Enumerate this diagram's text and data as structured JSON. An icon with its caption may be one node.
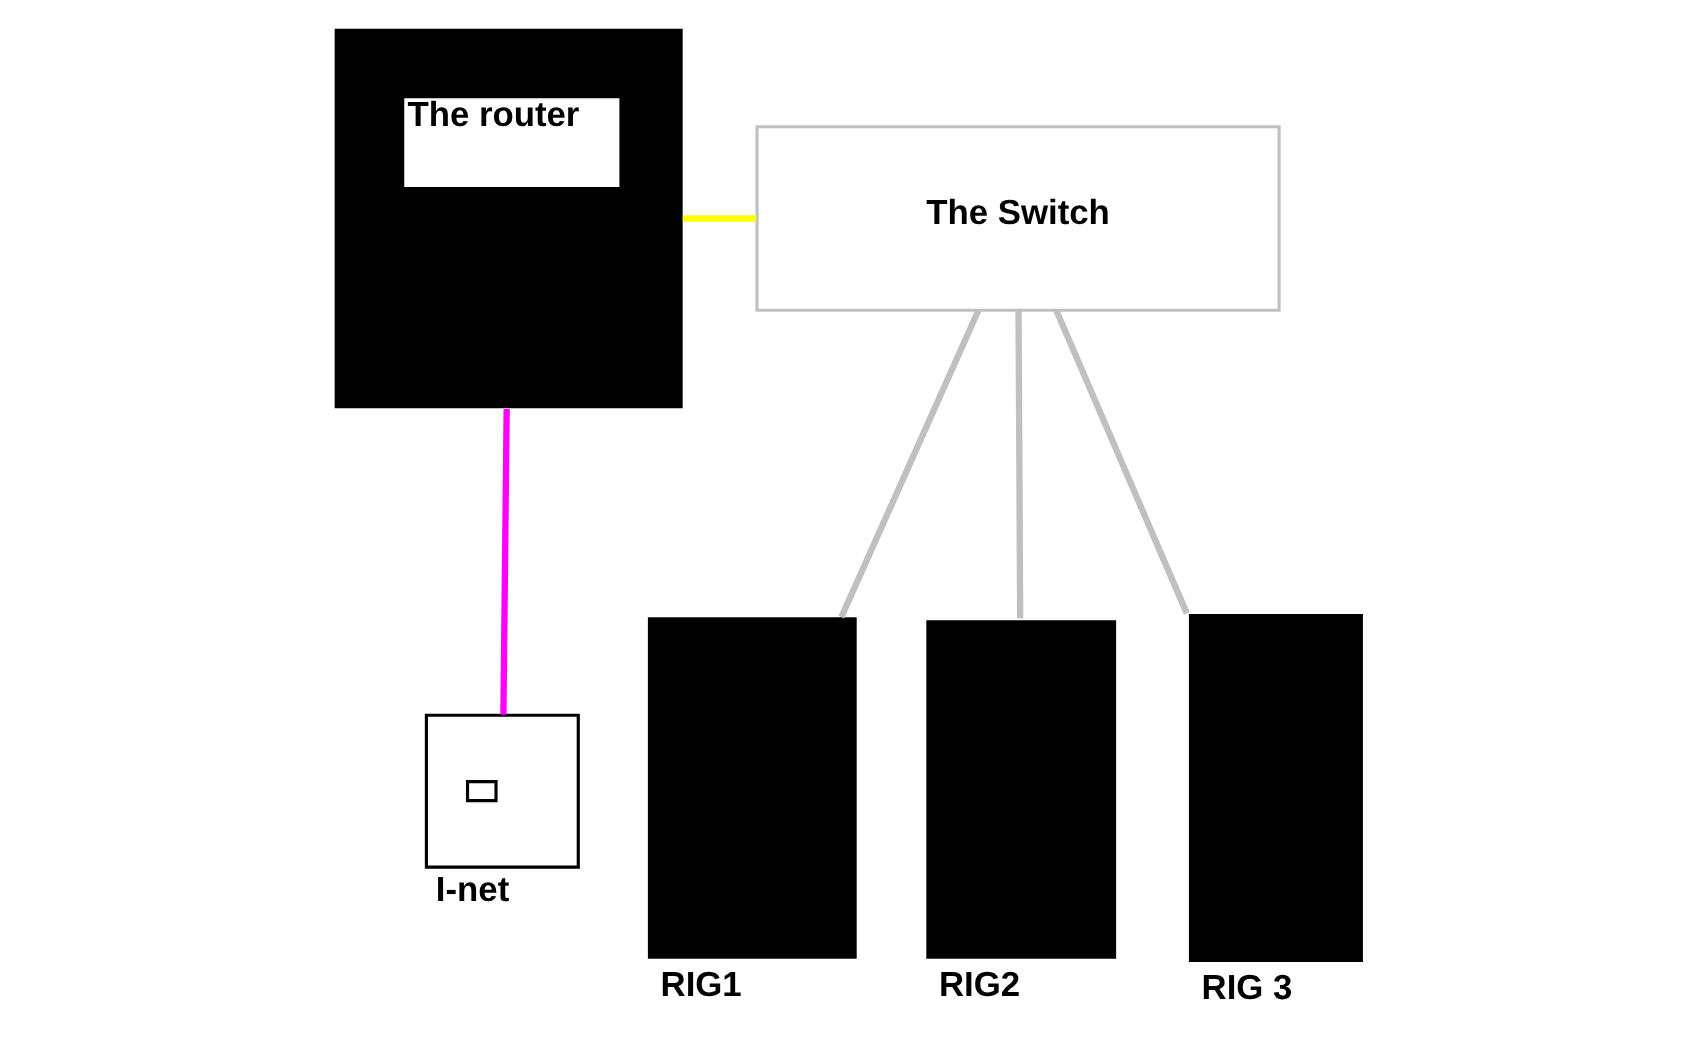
{
  "diagram": {
    "nodes": [
      {
        "text": [
          "The router"
        ]
      },
      {
        "text": [
          "The Switch"
        ]
      },
      {
        "text": [
          "I-net"
        ]
      },
      {
        "text": [
          "RIG1"
        ]
      },
      {
        "text": [
          "RIG2"
        ]
      },
      {
        "text": [
          "RIG 3"
        ]
      }
    ],
    "edges": [
      {
        "from": 0,
        "to": 2,
        "arrow": "none",
        "color": "#ff00ff"
      },
      {
        "from": 0,
        "to": 1,
        "arrow": "none",
        "color": "#ffff00"
      },
      {
        "from": 1,
        "to": 3,
        "arrow": "none"
      },
      {
        "from": 1,
        "to": 4,
        "arrow": "none"
      },
      {
        "from": 1,
        "to": 5,
        "arrow": "none"
      }
    ]
  }
}
